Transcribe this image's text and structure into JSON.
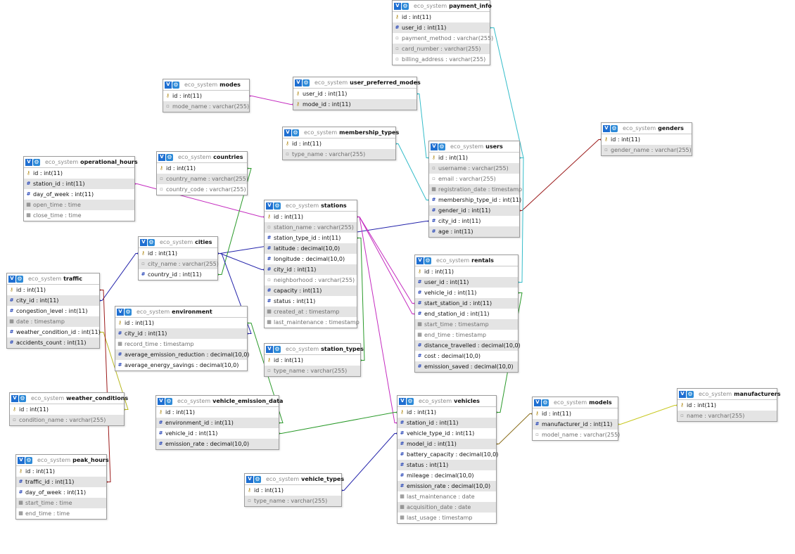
{
  "schema": "eco_system",
  "tables": [
    {
      "name": "payment_info",
      "columns": [
        {
          "text": "id : int(11)",
          "icon": "key"
        },
        {
          "text": "user_id : int(11)",
          "icon": "hash"
        },
        {
          "text": "payment_method : varchar(255)",
          "icon": "text"
        },
        {
          "text": "card_number : varchar(255)",
          "icon": "text"
        },
        {
          "text": "billing_address : varchar(255)",
          "icon": "text"
        }
      ]
    },
    {
      "name": "modes",
      "columns": [
        {
          "text": "id : int(11)",
          "icon": "key"
        },
        {
          "text": "mode_name : varchar(255)",
          "icon": "text"
        }
      ]
    },
    {
      "name": "user_preferred_modes",
      "columns": [
        {
          "text": "user_id : int(11)",
          "icon": "key"
        },
        {
          "text": "mode_id : int(11)",
          "icon": "key"
        }
      ]
    },
    {
      "name": "membership_types",
      "columns": [
        {
          "text": "id : int(11)",
          "icon": "key"
        },
        {
          "text": "type_name : varchar(255)",
          "icon": "text"
        }
      ]
    },
    {
      "name": "genders",
      "columns": [
        {
          "text": "id : int(11)",
          "icon": "key"
        },
        {
          "text": "gender_name : varchar(255)",
          "icon": "text"
        }
      ]
    },
    {
      "name": "users",
      "columns": [
        {
          "text": "id : int(11)",
          "icon": "key"
        },
        {
          "text": "username : varchar(255)",
          "icon": "text"
        },
        {
          "text": "email : varchar(255)",
          "icon": "text"
        },
        {
          "text": "registration_date : timestamp",
          "icon": "cal"
        },
        {
          "text": "membership_type_id : int(11)",
          "icon": "hash"
        },
        {
          "text": "gender_id : int(11)",
          "icon": "hash"
        },
        {
          "text": "city_id : int(11)",
          "icon": "hash"
        },
        {
          "text": "age : int(11)",
          "icon": "hash"
        }
      ]
    },
    {
      "name": "operational_hours",
      "columns": [
        {
          "text": "id : int(11)",
          "icon": "key"
        },
        {
          "text": "station_id : int(11)",
          "icon": "hash"
        },
        {
          "text": "day_of_week : int(11)",
          "icon": "hash"
        },
        {
          "text": "open_time : time",
          "icon": "cal"
        },
        {
          "text": "close_time : time",
          "icon": "cal"
        }
      ]
    },
    {
      "name": "countries",
      "columns": [
        {
          "text": "id : int(11)",
          "icon": "key"
        },
        {
          "text": "country_name : varchar(255)",
          "icon": "text"
        },
        {
          "text": "country_code : varchar(255)",
          "icon": "text"
        }
      ]
    },
    {
      "name": "stations",
      "columns": [
        {
          "text": "id : int(11)",
          "icon": "key"
        },
        {
          "text": "station_name : varchar(255)",
          "icon": "text"
        },
        {
          "text": "station_type_id : int(11)",
          "icon": "hash"
        },
        {
          "text": "latitude : decimal(10,0)",
          "icon": "hash"
        },
        {
          "text": "longitude : decimal(10,0)",
          "icon": "hash"
        },
        {
          "text": "city_id : int(11)",
          "icon": "hash"
        },
        {
          "text": "neighborhood : varchar(255)",
          "icon": "text"
        },
        {
          "text": "capacity : int(11)",
          "icon": "hash"
        },
        {
          "text": "status : int(11)",
          "icon": "hash"
        },
        {
          "text": "created_at : timestamp",
          "icon": "cal"
        },
        {
          "text": "last_maintenance : timestamp",
          "icon": "cal"
        }
      ]
    },
    {
      "name": "cities",
      "columns": [
        {
          "text": "id : int(11)",
          "icon": "key"
        },
        {
          "text": "city_name : varchar(255)",
          "icon": "text"
        },
        {
          "text": "country_id : int(11)",
          "icon": "hash"
        }
      ]
    },
    {
      "name": "rentals",
      "columns": [
        {
          "text": "id : int(11)",
          "icon": "key"
        },
        {
          "text": "user_id : int(11)",
          "icon": "hash"
        },
        {
          "text": "vehicle_id : int(11)",
          "icon": "hash"
        },
        {
          "text": "start_station_id : int(11)",
          "icon": "hash"
        },
        {
          "text": "end_station_id : int(11)",
          "icon": "hash"
        },
        {
          "text": "start_time : timestamp",
          "icon": "cal"
        },
        {
          "text": "end_time : timestamp",
          "icon": "cal"
        },
        {
          "text": "distance_travelled : decimal(10,0)",
          "icon": "hash"
        },
        {
          "text": "cost : decimal(10,0)",
          "icon": "hash"
        },
        {
          "text": "emission_saved : decimal(10,0)",
          "icon": "hash"
        }
      ]
    },
    {
      "name": "traffic",
      "columns": [
        {
          "text": "id : int(11)",
          "icon": "key"
        },
        {
          "text": "city_id : int(11)",
          "icon": "hash"
        },
        {
          "text": "congestion_level : int(11)",
          "icon": "hash"
        },
        {
          "text": "date : timestamp",
          "icon": "cal"
        },
        {
          "text": "weather_condition_id : int(11)",
          "icon": "hash"
        },
        {
          "text": "accidents_count : int(11)",
          "icon": "hash"
        }
      ]
    },
    {
      "name": "environment",
      "columns": [
        {
          "text": "id : int(11)",
          "icon": "key"
        },
        {
          "text": "city_id : int(11)",
          "icon": "hash"
        },
        {
          "text": "record_time : timestamp",
          "icon": "cal"
        },
        {
          "text": "average_emission_reduction : decimal(10,0)",
          "icon": "hash"
        },
        {
          "text": "average_energy_savings : decimal(10,0)",
          "icon": "hash"
        }
      ]
    },
    {
      "name": "station_types",
      "columns": [
        {
          "text": "id : int(11)",
          "icon": "key"
        },
        {
          "text": "type_name : varchar(255)",
          "icon": "text"
        }
      ]
    },
    {
      "name": "weather_conditions",
      "columns": [
        {
          "text": "id : int(11)",
          "icon": "key"
        },
        {
          "text": "condition_name : varchar(255)",
          "icon": "text"
        }
      ]
    },
    {
      "name": "vehicle_emission_data",
      "columns": [
        {
          "text": "id : int(11)",
          "icon": "key"
        },
        {
          "text": "environment_id : int(11)",
          "icon": "hash"
        },
        {
          "text": "vehicle_id : int(11)",
          "icon": "hash"
        },
        {
          "text": "emission_rate : decimal(10,0)",
          "icon": "hash"
        }
      ]
    },
    {
      "name": "vehicles",
      "columns": [
        {
          "text": "id : int(11)",
          "icon": "key"
        },
        {
          "text": "station_id : int(11)",
          "icon": "hash"
        },
        {
          "text": "vehicle_type_id : int(11)",
          "icon": "hash"
        },
        {
          "text": "model_id : int(11)",
          "icon": "hash"
        },
        {
          "text": "battery_capacity : decimal(10,0)",
          "icon": "hash"
        },
        {
          "text": "status : int(11)",
          "icon": "hash"
        },
        {
          "text": "mileage : decimal(10,0)",
          "icon": "hash"
        },
        {
          "text": "emission_rate : decimal(10,0)",
          "icon": "hash"
        },
        {
          "text": "last_maintenance : date",
          "icon": "cal"
        },
        {
          "text": "acquisition_date : date",
          "icon": "cal"
        },
        {
          "text": "last_usage : timestamp",
          "icon": "cal"
        }
      ]
    },
    {
      "name": "models",
      "columns": [
        {
          "text": "id : int(11)",
          "icon": "key"
        },
        {
          "text": "manufacturer_id : int(11)",
          "icon": "hash"
        },
        {
          "text": "model_name : varchar(255)",
          "icon": "text"
        }
      ]
    },
    {
      "name": "manufacturers",
      "columns": [
        {
          "text": "id : int(11)",
          "icon": "key"
        },
        {
          "text": "name : varchar(255)",
          "icon": "text"
        }
      ]
    },
    {
      "name": "peak_hours",
      "columns": [
        {
          "text": "id : int(11)",
          "icon": "key"
        },
        {
          "text": "traffic_id : int(11)",
          "icon": "hash"
        },
        {
          "text": "day_of_week : int(11)",
          "icon": "hash"
        },
        {
          "text": "start_time : time",
          "icon": "cal"
        },
        {
          "text": "end_time : time",
          "icon": "cal"
        }
      ]
    },
    {
      "name": "vehicle_types",
      "columns": [
        {
          "text": "id : int(11)",
          "icon": "key"
        },
        {
          "text": "type_name : varchar(255)",
          "icon": "text"
        }
      ]
    }
  ],
  "relations": [
    {
      "from": "payment_info.user_id",
      "to": "users.id",
      "color": "#33bcc9"
    },
    {
      "from": "user_preferred_modes.user_id",
      "to": "users.id",
      "color": "#33bcc9"
    },
    {
      "from": "user_preferred_modes.mode_id",
      "to": "modes.id",
      "color": "#c42bbf"
    },
    {
      "from": "users.membership_type_id",
      "to": "membership_types.id",
      "color": "#33bcc9"
    },
    {
      "from": "users.gender_id",
      "to": "genders.id",
      "color": "#9b1a1a"
    },
    {
      "from": "users.city_id",
      "to": "cities.id",
      "color": "#2222aa"
    },
    {
      "from": "rentals.user_id",
      "to": "users.id",
      "color": "#33bcc9"
    },
    {
      "from": "operational_hours.station_id",
      "to": "stations.id",
      "color": "#c42bbf"
    },
    {
      "from": "cities.country_id",
      "to": "countries.id",
      "color": "#2a9a2a"
    },
    {
      "from": "stations.city_id",
      "to": "cities.id",
      "color": "#2222aa"
    },
    {
      "from": "traffic.city_id",
      "to": "cities.id",
      "color": "#2222aa"
    },
    {
      "from": "environment.city_id",
      "to": "cities.id",
      "color": "#2222aa"
    },
    {
      "from": "stations.station_type_id",
      "to": "station_types.id",
      "color": "#2a9a2a"
    },
    {
      "from": "rentals.start_station_id",
      "to": "stations.id",
      "color": "#c42bbf"
    },
    {
      "from": "rentals.end_station_id",
      "to": "stations.id",
      "color": "#c42bbf"
    },
    {
      "from": "rentals.vehicle_id",
      "to": "vehicles.id",
      "color": "#2a9a2a"
    },
    {
      "from": "vehicles.station_id",
      "to": "stations.id",
      "color": "#c42bbf"
    },
    {
      "from": "traffic.weather_condition_id",
      "to": "weather_conditions.id",
      "color": "#b8b820"
    },
    {
      "from": "peak_hours.traffic_id",
      "to": "traffic.id",
      "color": "#9b1a1a"
    },
    {
      "from": "vehicle_emission_data.environment_id",
      "to": "environment.id",
      "color": "#2a9a2a"
    },
    {
      "from": "vehicle_emission_data.vehicle_id",
      "to": "vehicles.id",
      "color": "#2a9a2a"
    },
    {
      "from": "vehicles.vehicle_type_id",
      "to": "vehicle_types.id",
      "color": "#2222aa"
    },
    {
      "from": "vehicles.model_id",
      "to": "models.id",
      "color": "#8a6d1a"
    },
    {
      "from": "models.manufacturer_id",
      "to": "manufacturers.id",
      "color": "#c8c820"
    }
  ]
}
